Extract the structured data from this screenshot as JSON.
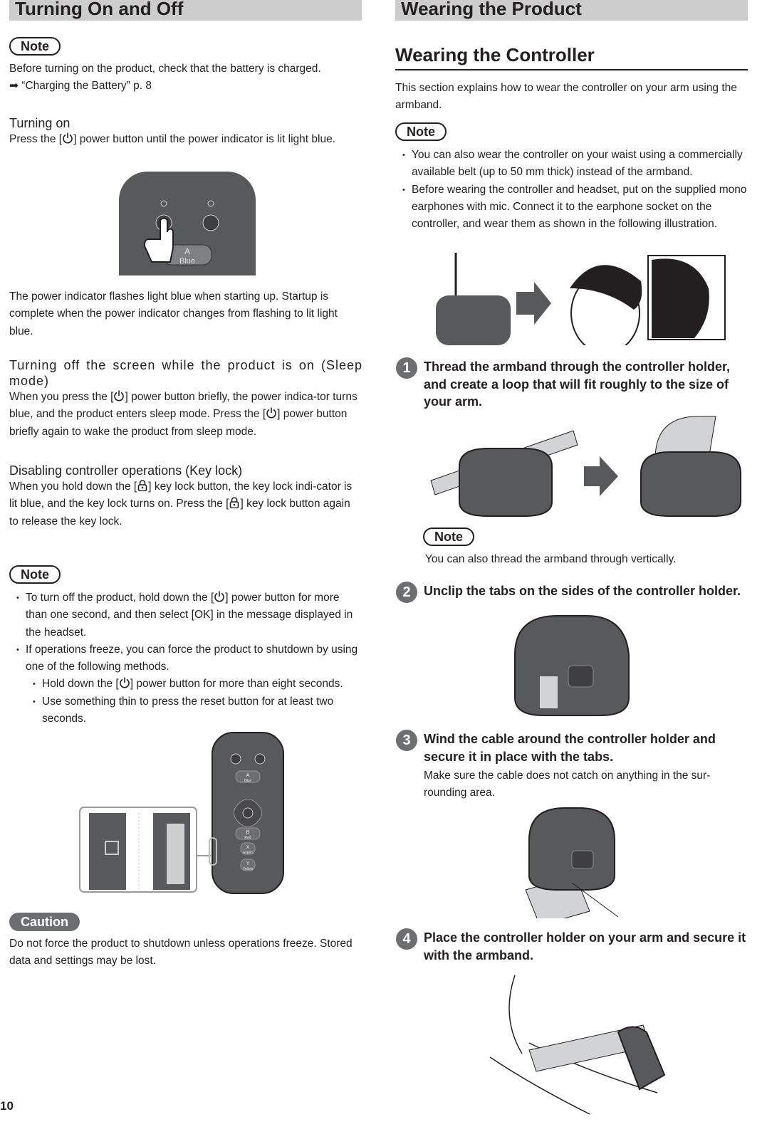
{
  "left": {
    "title": "Turning On and Off",
    "note_label": "Note",
    "note_text": "Before turning on the product, check that the battery is charged.",
    "note_link": "➡ “Charging the Battery” p. 8",
    "turning_on": {
      "heading": "Turning on",
      "text_a": "Press the [",
      "text_b": "] power button until the power indicator is lit light blue."
    },
    "device_label_a": "A",
    "device_label_blue": "Blue",
    "startup_text": "The power indicator flashes light blue when starting up. Startup is complete when the power indicator changes from flashing to lit light blue.",
    "sleep": {
      "heading": "Turning off the screen while the product is on (Sleep mode)",
      "t1": "When you press the [",
      "t2": "] power button briefly, the power indica-tor turns blue, and the product enters sleep mode. Press the [",
      "t3": "] power button briefly again to wake the product from sleep mode."
    },
    "keylock": {
      "heading": "Disabling controller operations (Key lock)",
      "t1": "When you hold down the [",
      "t2": "] key lock button, the key lock indi-cator is lit blue, and the key lock turns on. Press the [",
      "t3": "] key lock button again to release the key lock."
    },
    "note2_label": "Note",
    "note2": {
      "b1a": "To turn off the product, hold down the [",
      "b1b": "] power button for more than one second, and then select [OK] in the message displayed in the headset.",
      "b2": "If operations freeze, you can force the product to shutdown by using one of the following methods.",
      "s1a": "Hold down the [",
      "s1b": "] power button for more than eight seconds.",
      "s2": "Use something thin to press the reset button for at least two seconds."
    },
    "remote_buttons": [
      {
        "key": "A",
        "color": "Blue"
      },
      {
        "key": "B",
        "color": "Red"
      },
      {
        "key": "X",
        "color": "Green"
      },
      {
        "key": "Y",
        "color": "Yellow"
      }
    ],
    "caution_label": "Caution",
    "caution_text": "Do not force the product to shutdown unless operations freeze. Stored data and settings may be lost."
  },
  "right": {
    "title": "Wearing the Product",
    "heading": "Wearing the Controller",
    "intro": "This section explains how to wear the controller on your arm using the armband.",
    "note_label": "Note",
    "notes": [
      "You can also wear the controller on your waist using a commercially available belt (up to 50 mm thick) instead of the armband.",
      "Before wearing the controller and headset, put on the supplied mono earphones with mic. Connect it to the earphone socket on the controller, and wear them as shown in the following illustration."
    ],
    "steps": [
      {
        "num": "1",
        "text": "Thread the armband through the controller holder, and create a loop that will fit roughly to the size of your arm."
      },
      {
        "num": "2",
        "text": "Unclip the tabs on the sides of the controller holder."
      },
      {
        "num": "3",
        "text": "Wind the cable around the controller holder and secure it in place with the tabs.",
        "sub": "Make sure the cable does not catch on anything in the sur-rounding area."
      },
      {
        "num": "4",
        "text": "Place the controller holder on your arm and secure it with the armband."
      }
    ],
    "step1_note_label": "Note",
    "step1_note": "You can also thread the armband through vertically."
  },
  "page_number": "10",
  "colors": {
    "band": "#cdcdcd",
    "device": "#58595b",
    "badge": "#6d6e70"
  }
}
